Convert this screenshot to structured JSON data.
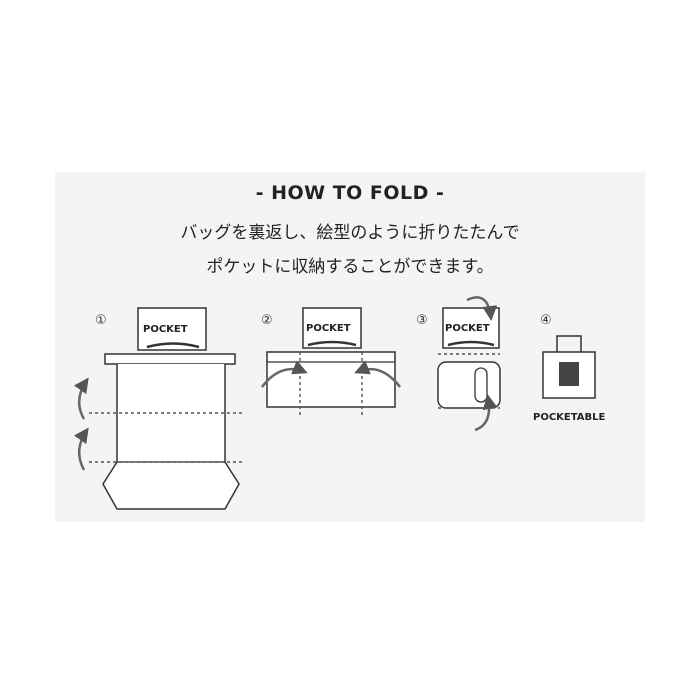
{
  "title": "- HOW TO FOLD -",
  "description_lines": [
    "バッグを裏返し、絵型のように折りたたんで",
    "ポケットに収納することができます。"
  ],
  "steps": [
    {
      "number": "①",
      "label": "POCKET"
    },
    {
      "number": "②",
      "label": "POCKET"
    },
    {
      "number": "③",
      "label": "POCKET"
    },
    {
      "number": "④",
      "label": "POCKETABLE"
    }
  ],
  "colors": {
    "line": "#333333",
    "arrow": "#555555",
    "background": "#f3f4f6",
    "pouch": "#444444"
  }
}
